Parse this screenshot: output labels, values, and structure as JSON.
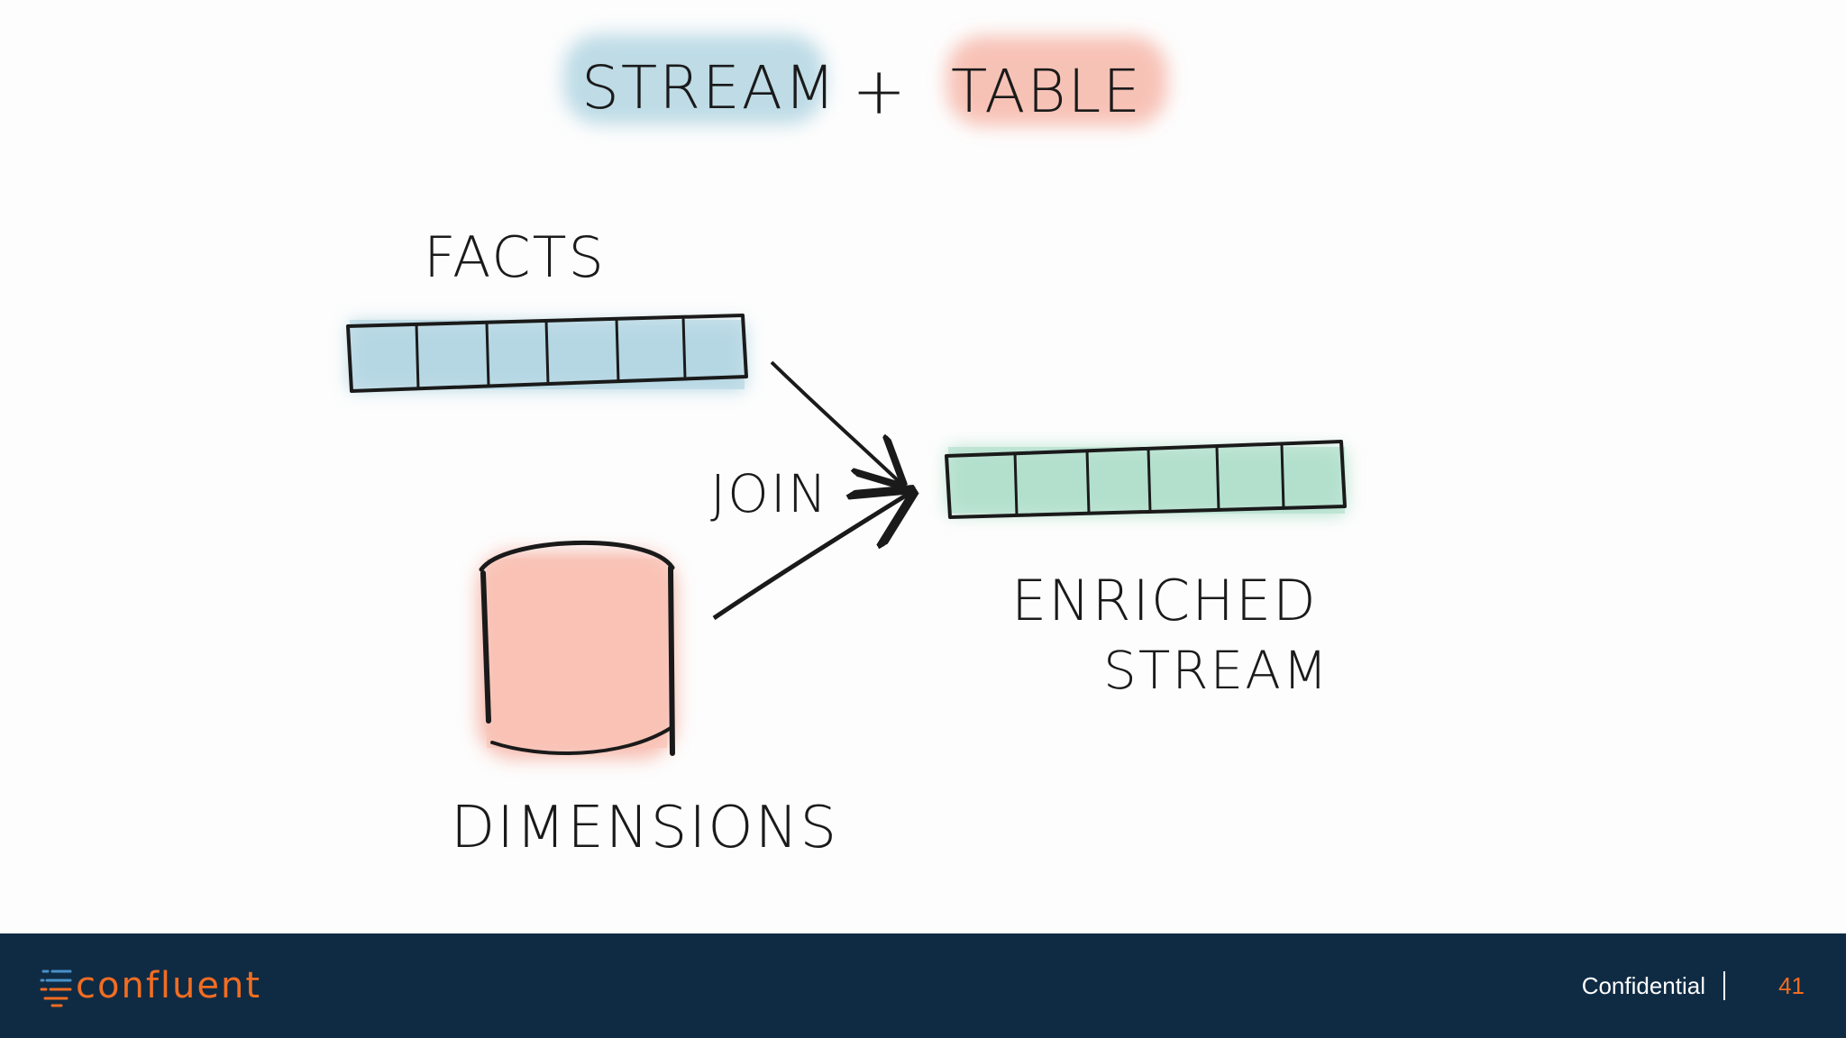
{
  "diagram": {
    "title_left": "STREAM",
    "title_plus": "+",
    "title_right": "TABLE",
    "facts_label": "FACTS",
    "join_label": "JOIN",
    "dimensions_label": "DIMENSIONS",
    "enriched_label_line1": "ENRICHED",
    "enriched_label_line2": "STREAM",
    "colors": {
      "stream_blue": "#a9d0df",
      "table_pink": "#f7b8aa",
      "enriched_green": "#a8dcc6",
      "ink": "#1a1a1a"
    }
  },
  "footer": {
    "logo_text": "confluent",
    "confidential_label": "Confidential",
    "page_number": "41",
    "colors": {
      "background": "#0f2b44",
      "accent": "#f26d21"
    }
  }
}
